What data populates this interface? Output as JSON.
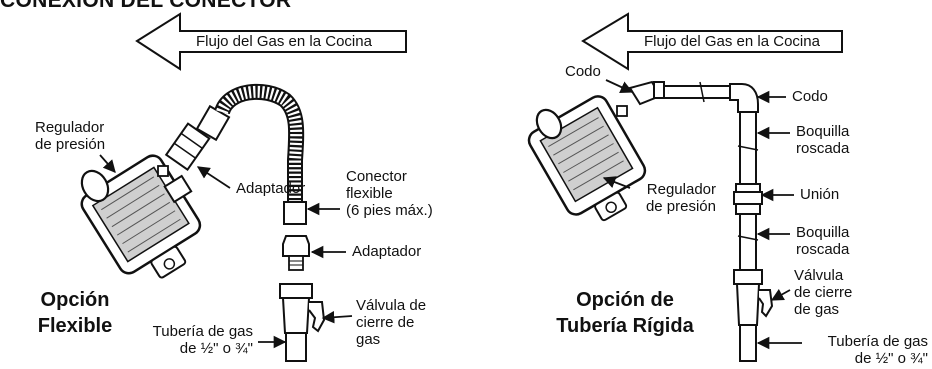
{
  "heading": "CONEXIÓN DEL CONECTOR",
  "left": {
    "flow_arrow": "Flujo del Gas en la Cocina",
    "option_title": [
      "Opción",
      "Flexible"
    ],
    "labels": {
      "regulador": [
        "Regulador",
        "de presión"
      ],
      "adaptador_top": "Adaptador",
      "conector": [
        "Conector",
        "flexible",
        "(6 pies máx.)"
      ],
      "adaptador_bottom": "Adaptador",
      "valvula": [
        "Válvula de",
        "cierre de",
        "gas"
      ],
      "tuberia": [
        "Tubería de gas",
        "de ½\" o ¾\""
      ]
    }
  },
  "right": {
    "flow_arrow": "Flujo del Gas en la Cocina",
    "option_title": [
      "Opción de",
      "Tubería Rígida"
    ],
    "labels": {
      "codo_left": "Codo",
      "codo_right": "Codo",
      "boquilla_top": [
        "Boquilla",
        "roscada"
      ],
      "regulador": [
        "Regulador",
        "de presión"
      ],
      "union": "Unión",
      "boquilla_bottom": [
        "Boquilla",
        "roscada"
      ],
      "valvula": [
        "Válvula",
        "de cierre",
        "de gas"
      ],
      "tuberia": [
        "Tubería de gas",
        "de ½\" o ¾\""
      ]
    }
  },
  "icons": [
    "flow-direction-arrow",
    "pointer-arrow"
  ],
  "colors": {
    "ink": "#111111",
    "paper": "#ffffff",
    "shade": "#777777"
  }
}
